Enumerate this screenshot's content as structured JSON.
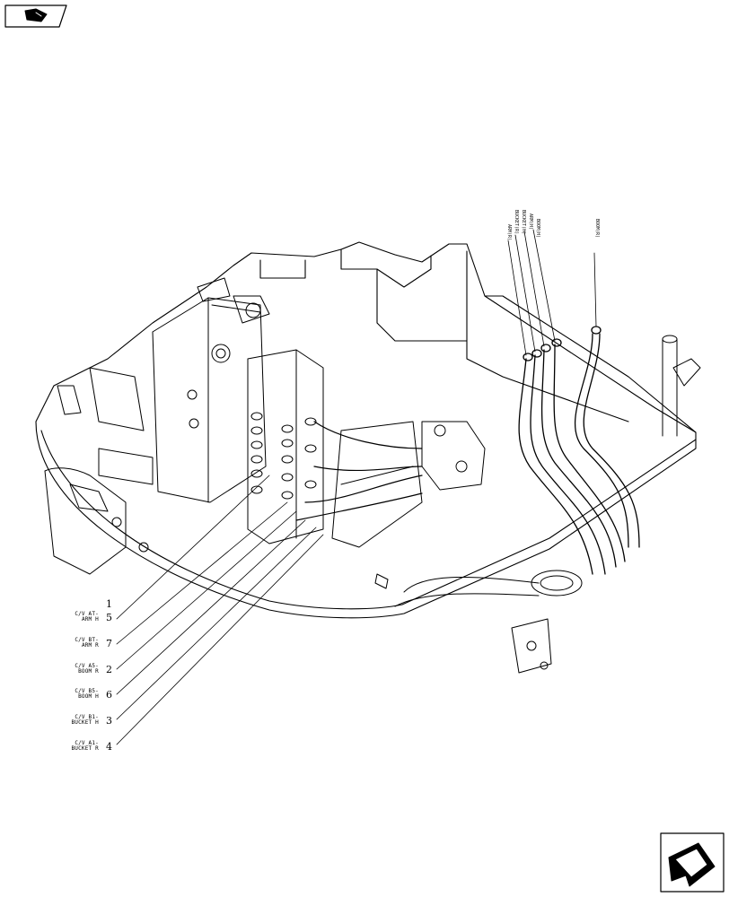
{
  "callouts": [
    {
      "num": "1",
      "label": ""
    },
    {
      "num": "5",
      "label": "C/V AT-\nARM H"
    },
    {
      "num": "7",
      "label": "C/V BT-\nARM R"
    },
    {
      "num": "2",
      "label": "C/V A5-\nBOOM R"
    },
    {
      "num": "6",
      "label": "C/V B5-\nBOOM H"
    },
    {
      "num": "3",
      "label": "C/V B1-\nBUCKET H"
    },
    {
      "num": "4",
      "label": "C/V A1-\nBUCKET R"
    }
  ],
  "hose_tags": [
    "ARM(R)",
    "BUCKET(R)",
    "BUCKET(H)",
    "ARM(H)",
    "BOOM(H)",
    "BOOM(R)"
  ],
  "nav": {
    "top_left_icon": "book-nav-icon",
    "bottom_right_icon": "next-page-arrow-icon"
  }
}
